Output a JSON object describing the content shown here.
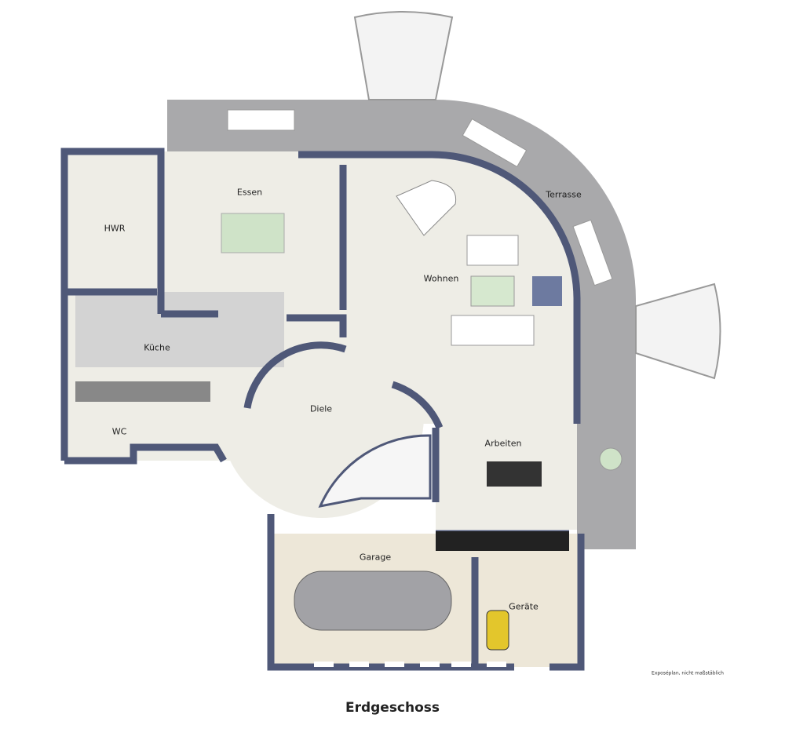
{
  "plan": {
    "title": "Erdgeschoss",
    "note": "Exposéplan, nicht maßstäblich",
    "rooms": [
      {
        "id": "hwr",
        "label": "HWR"
      },
      {
        "id": "essen",
        "label": "Essen"
      },
      {
        "id": "terrasse",
        "label": "Terrasse"
      },
      {
        "id": "wohnen",
        "label": "Wohnen"
      },
      {
        "id": "kueche",
        "label": "Küche"
      },
      {
        "id": "diele",
        "label": "Diele"
      },
      {
        "id": "wc",
        "label": "WC"
      },
      {
        "id": "arbeiten",
        "label": "Arbeiten"
      },
      {
        "id": "garage",
        "label": "Garage"
      },
      {
        "id": "geraete",
        "label": "Geräte"
      }
    ]
  },
  "colors": {
    "wall": "#4f5878",
    "floor": "#eeede6",
    "tile": "#d3d3d3",
    "terrace": "#a9a9ab",
    "garage_floor": "#ede7d8"
  }
}
